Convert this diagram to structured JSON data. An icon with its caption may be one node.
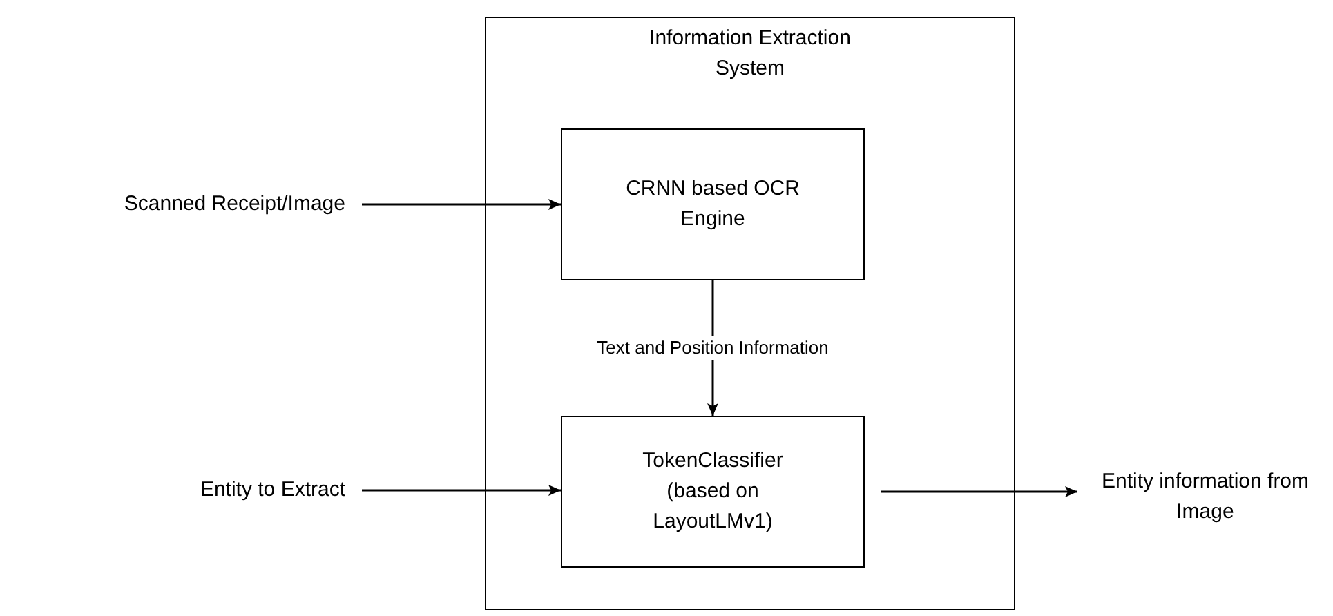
{
  "diagram": {
    "nodes": [
      {
        "text": [
          "Information Extraction System"
        ]
      },
      {
        "text": [
          "Scanned Receipt/Image"
        ]
      },
      {
        "text": [
          "CRNN based OCR Engine"
        ],
        "in": 0
      },
      {
        "text": [
          "Entity to Extract"
        ]
      },
      {
        "text": [
          "TokenClassifier (based on LayoutLMv1)"
        ],
        "in": 0
      },
      {
        "text": [
          "Entity information from Image"
        ]
      }
    ],
    "edges": [
      {
        "from": 1,
        "to": 2,
        "arrow": "to"
      },
      {
        "from": 2,
        "to": 4,
        "arrow": "to",
        "label": "Text and Position Information"
      },
      {
        "from": 3,
        "to": 4,
        "arrow": "to"
      },
      {
        "from": 4,
        "to": 5,
        "arrow": "to"
      }
    ]
  }
}
